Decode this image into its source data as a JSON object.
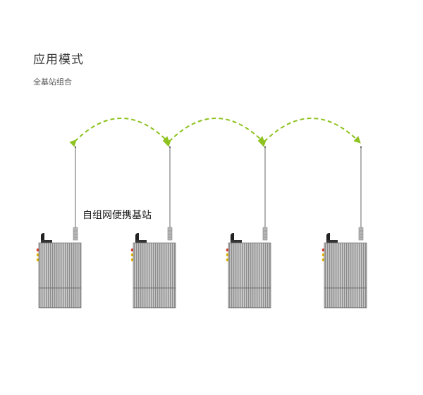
{
  "title": "应用模式",
  "subtitle": "全基站组合",
  "device_label": "自组网便携基站",
  "base_stations": [
    {
      "name": "base-station-1"
    },
    {
      "name": "base-station-2"
    },
    {
      "name": "base-station-3"
    },
    {
      "name": "base-station-4"
    }
  ],
  "link_color": "#8dc21f",
  "link_style": "dashed, bidirectional arrows"
}
